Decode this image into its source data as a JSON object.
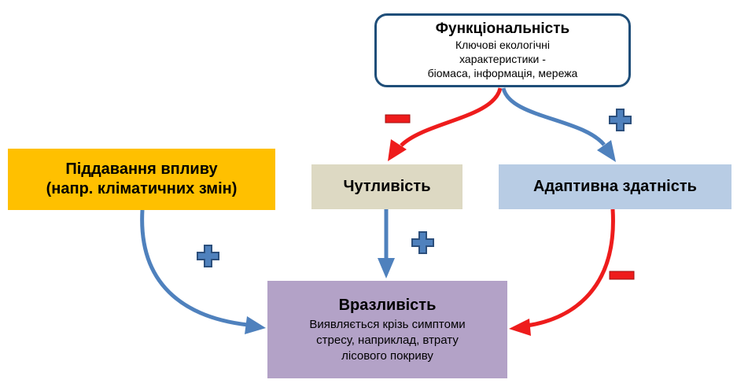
{
  "functionality": {
    "title": "Функціональність",
    "lines": [
      "Ключові екологічні",
      "характеристики -",
      "біомаса, інформація, мережа"
    ]
  },
  "exposure": {
    "lines": [
      "Піддавання впливу",
      "(напр. кліматичних змін)"
    ]
  },
  "sensitivity": {
    "label": "Чутливість"
  },
  "adaptive_capacity": {
    "label": "Адаптивна здатність"
  },
  "vulnerability": {
    "title": "Вразливість",
    "lines": [
      "Виявляється крізь симптоми",
      "стресу, наприклад, втрату",
      "лісового покриву"
    ]
  },
  "links": [
    {
      "from": "functionality",
      "to": "sensitivity",
      "sign": "minus",
      "color": "#ee1c1c"
    },
    {
      "from": "functionality",
      "to": "adaptive_capacity",
      "sign": "plus",
      "color": "#4f81bd"
    },
    {
      "from": "exposure",
      "to": "vulnerability",
      "sign": "plus",
      "color": "#4f81bd"
    },
    {
      "from": "sensitivity",
      "to": "vulnerability",
      "sign": "plus",
      "color": "#4f81bd"
    },
    {
      "from": "adaptive_capacity",
      "to": "vulnerability",
      "sign": "minus",
      "color": "#ee1c1c"
    }
  ],
  "colors": {
    "exposure": "#ffc000",
    "sensitivity": "#ddd9c3",
    "adaptive_capacity": "#b8cce4",
    "vulnerability": "#b3a2c7",
    "functionality_border": "#1f4e79",
    "plus": "#4f81bd",
    "minus": "#ee1c1c"
  }
}
